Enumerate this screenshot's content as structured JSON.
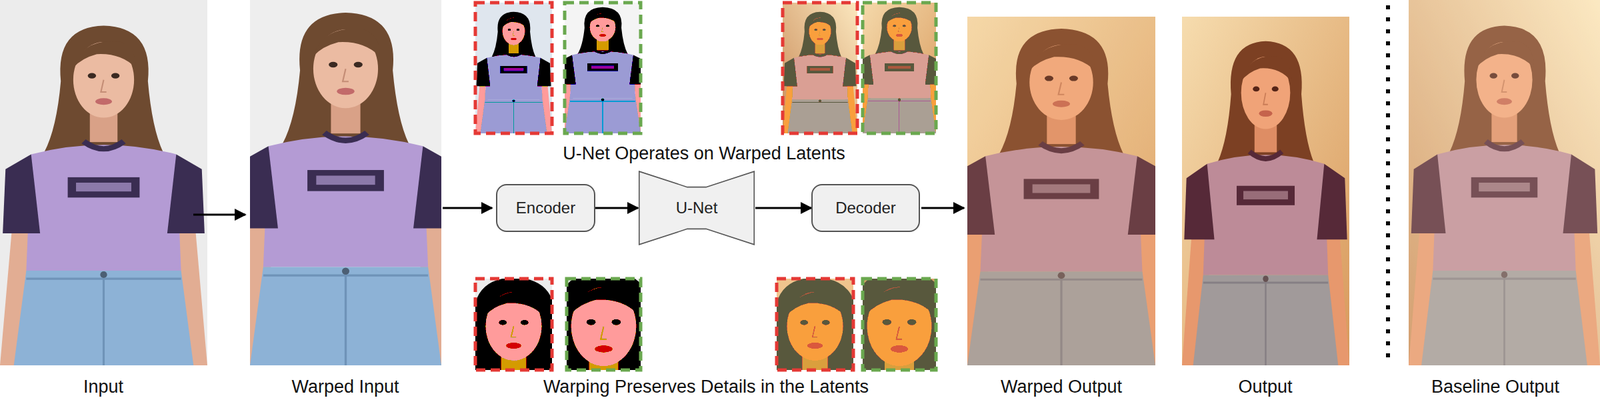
{
  "diagram": {
    "nodes": [
      {
        "text": [
          "Encoder"
        ]
      },
      {
        "text": [
          "U-Net"
        ]
      },
      {
        "text": [
          "Decoder"
        ]
      }
    ],
    "edges": [
      {
        "from": 0,
        "to": 1,
        "arrow": "to"
      },
      {
        "from": 1,
        "to": 2,
        "arrow": "to"
      }
    ],
    "labels": [
      "Input",
      "Warped Input",
      "U-Net Operates on Warped Latents",
      "Warping Preserves Details in the Latents",
      "Warped Output",
      "Output",
      "Baseline Output"
    ]
  }
}
